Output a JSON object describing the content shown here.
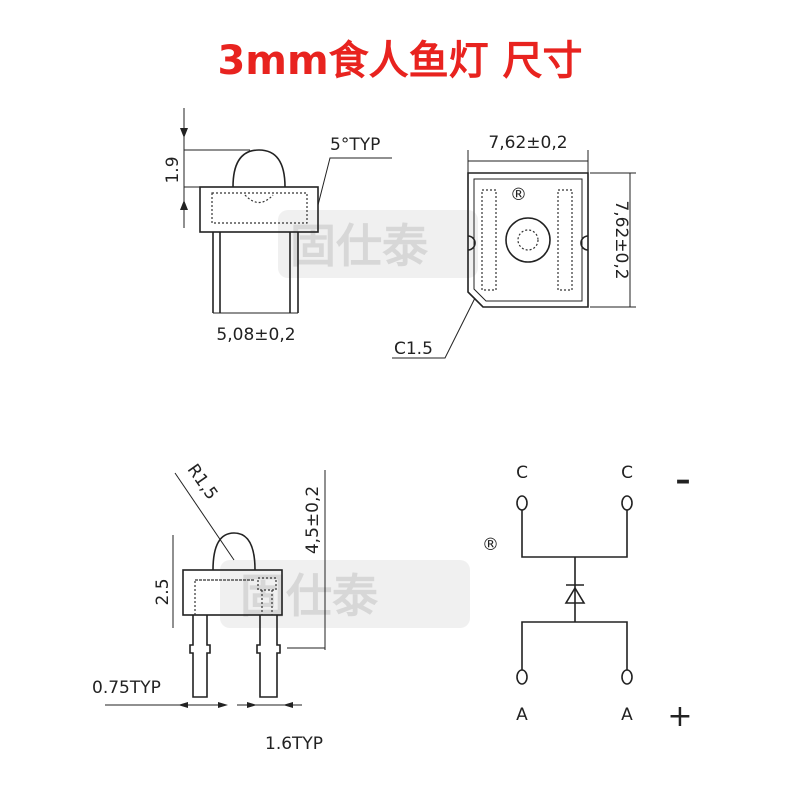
{
  "title": "3mm食人鱼灯 尺寸",
  "watermark": {
    "text": "固仕泰",
    "mark": "®"
  },
  "side_view": {
    "height_label": "1.9",
    "angle_label": "5°TYP",
    "pitch_label": "5,08±0,2"
  },
  "top_view": {
    "width_label": "7,62±0,2",
    "height_label": "7,62±0,2",
    "chamfer_label": "C1.5"
  },
  "profile_view": {
    "radius_label": "R1,5",
    "body_height_label": "2.5",
    "total_height_label": "4,5±0,2",
    "lead_width_label": "0.75TYP",
    "lead_spacing_label": "1.6TYP"
  },
  "schematic": {
    "cathode_label": "C",
    "anode_label": "A",
    "minus_sign": "–",
    "plus_sign": "+"
  },
  "colors": {
    "title": "#e8231f",
    "line": "#222222"
  }
}
